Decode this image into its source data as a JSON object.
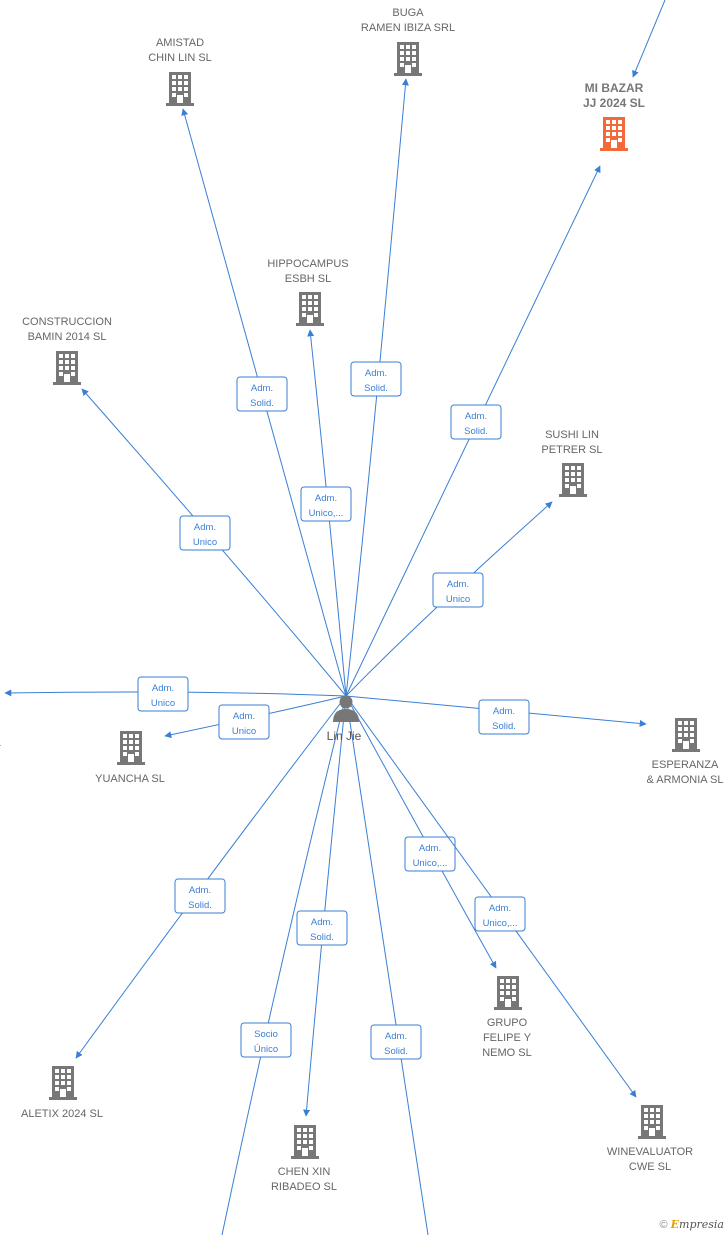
{
  "center": {
    "name": "Lin Jie",
    "icon": "person-icon"
  },
  "companies": [
    {
      "id": "amistad",
      "lines": [
        "AMISTAD",
        "CHIN LIN SL"
      ],
      "icon": "building-icon",
      "highlight": false
    },
    {
      "id": "buga",
      "lines": [
        "BUGA",
        "RAMEN IBIZA SRL"
      ],
      "icon": "building-icon",
      "highlight": false
    },
    {
      "id": "mibazar",
      "lines": [
        "MI BAZAR",
        "JJ 2024  SL"
      ],
      "icon": "building-icon",
      "highlight": true
    },
    {
      "id": "hippocampus",
      "lines": [
        "HIPPOCAMPUS",
        "ESBH  SL"
      ],
      "icon": "building-icon",
      "highlight": false
    },
    {
      "id": "construccion",
      "lines": [
        "CONSTRUCCION",
        "BAMIN 2014  SL"
      ],
      "icon": "building-icon",
      "highlight": false
    },
    {
      "id": "sushi",
      "lines": [
        "SUSHI LIN",
        "PETRER  SL"
      ],
      "icon": "building-icon",
      "highlight": false
    },
    {
      "id": "yuancha",
      "lines": [
        "YUANCHA  SL"
      ],
      "icon": "building-icon",
      "highlight": false
    },
    {
      "id": "esperanza",
      "lines": [
        "ESPERANZA",
        "& ARMONIA  SL"
      ],
      "icon": "building-icon",
      "highlight": false
    },
    {
      "id": "grupo",
      "lines": [
        "GRUPO",
        "FELIPE Y",
        "NEMO SL"
      ],
      "icon": "building-icon",
      "highlight": false
    },
    {
      "id": "winevaluator",
      "lines": [
        "WINEVALUATOR",
        "CWE  SL"
      ],
      "icon": "building-icon",
      "highlight": false
    },
    {
      "id": "aletix",
      "lines": [
        "ALETIX 2024  SL"
      ],
      "icon": "building-icon",
      "highlight": false
    },
    {
      "id": "chenxin",
      "lines": [
        "CHEN XIN",
        "RIBADEO  SL"
      ],
      "icon": "building-icon",
      "highlight": false
    },
    {
      "id": "partial_left",
      "lines": [
        "L"
      ],
      "icon": "",
      "highlight": false
    }
  ],
  "edges": [
    {
      "target": "amistad",
      "label": [
        "Adm.",
        "Solid."
      ]
    },
    {
      "target": "buga",
      "label": [
        "Adm.",
        "Solid."
      ]
    },
    {
      "target": "mibazar",
      "label": [
        "Adm.",
        "Solid."
      ]
    },
    {
      "target": "hippocampus",
      "label": [
        "Adm.",
        "Unico,..."
      ]
    },
    {
      "target": "construccion",
      "label": [
        "Adm.",
        "Unico"
      ]
    },
    {
      "target": "sushi",
      "label": [
        "Adm.",
        "Unico"
      ]
    },
    {
      "target": "partial_left",
      "label": [
        "Adm.",
        "Unico"
      ]
    },
    {
      "target": "yuancha",
      "label": [
        "Adm.",
        "Unico"
      ]
    },
    {
      "target": "esperanza",
      "label": [
        "Adm.",
        "Solid."
      ]
    },
    {
      "target": "grupo",
      "label": [
        "Adm.",
        "Unico,..."
      ]
    },
    {
      "target": "winevaluator",
      "label": [
        "Adm.",
        "Unico,..."
      ]
    },
    {
      "target": "aletix",
      "label": [
        "Adm.",
        "Solid."
      ]
    },
    {
      "target": "chenxin",
      "label": [
        "Adm.",
        "Solid."
      ]
    },
    {
      "target": "offscreen_bottom_left",
      "label": [
        "Socio",
        "Único"
      ]
    },
    {
      "target": "offscreen_bottom_right",
      "label": [
        "Adm.",
        "Solid."
      ]
    },
    {
      "target": "offscreen_top_right",
      "label": []
    }
  ],
  "colors": {
    "edge": "#3a7fd5",
    "node": "#777777",
    "highlight": "#f26a3a"
  },
  "footer": {
    "copyright": "©",
    "brand_initial": "E",
    "brand_rest": "mpresia"
  }
}
